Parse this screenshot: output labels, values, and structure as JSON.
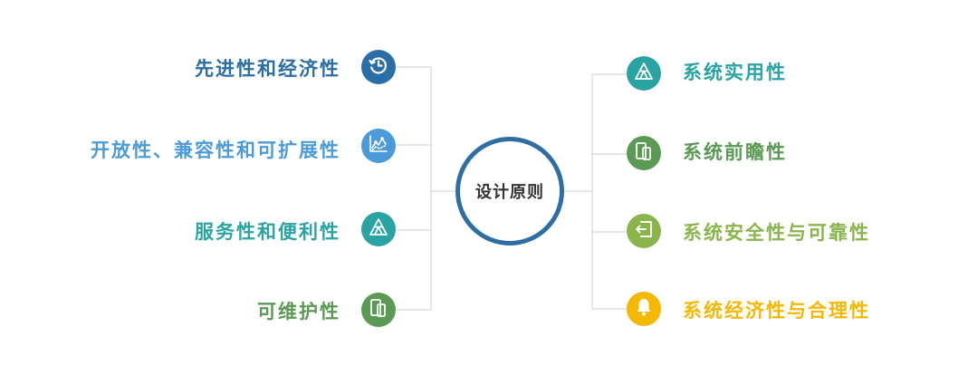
{
  "center": {
    "title": "设计原则"
  },
  "left_items": [
    {
      "label": "先进性和经济性",
      "icon": "clock-history-icon",
      "color": "#2a6ea8"
    },
    {
      "label": "开放性、兼容性和可扩展性",
      "icon": "line-chart-icon",
      "color": "#4a9bd8"
    },
    {
      "label": "服务性和便利性",
      "icon": "triangle-network-icon",
      "color": "#2aa3a3"
    },
    {
      "label": "可维护性",
      "icon": "mobile-devices-icon",
      "color": "#5b9a55"
    }
  ],
  "right_items": [
    {
      "label": "系统实用性",
      "icon": "triangle-network-icon",
      "color": "#2aa3a3"
    },
    {
      "label": "系统前瞻性",
      "icon": "mobile-devices-icon",
      "color": "#5b9a55"
    },
    {
      "label": "系统安全性与可靠性",
      "icon": "exit-door-icon",
      "color": "#8ab54d"
    },
    {
      "label": "系统经济性与合理性",
      "icon": "bell-icon",
      "color": "#f5b800"
    }
  ]
}
